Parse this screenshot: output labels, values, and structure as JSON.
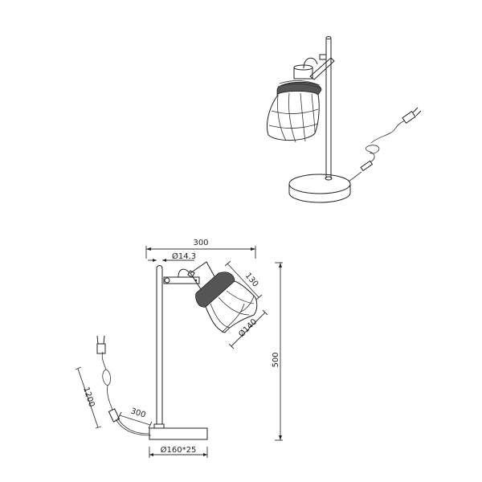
{
  "figure": {
    "type": "technical product drawing",
    "subject": "table lamp with wicker cage shade",
    "views": [
      "isometric-view",
      "front-elevation-dimensioned"
    ]
  },
  "dimensions": {
    "overall_width": "300",
    "rod_diameter": "Ø14.3",
    "shade_depth": "130",
    "shade_diameter": "Ø140",
    "overall_height": "500",
    "cable_length": "1200",
    "cable_to_switch": "300",
    "base": "Ø160*25"
  },
  "colors": {
    "line": "#222222",
    "background": "#ffffff"
  }
}
